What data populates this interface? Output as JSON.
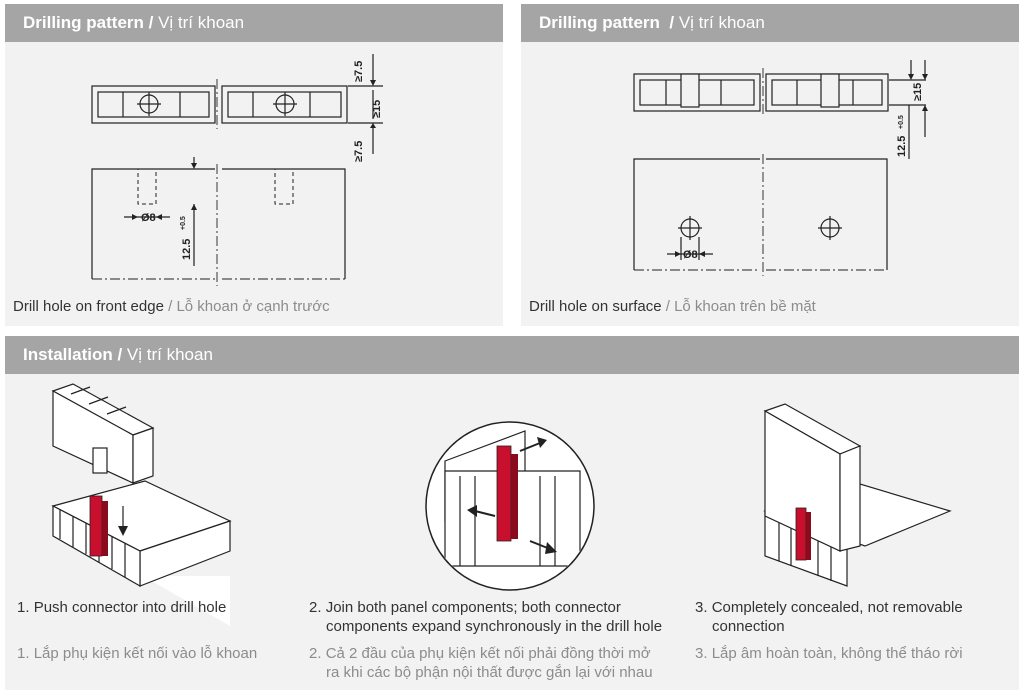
{
  "drilling_front": {
    "title_en": "Drilling pattern",
    "title_vi": "Vị trí khoan",
    "caption_en": "Drill hole on front edge",
    "caption_vi": "Lỗ khoan ở cạnh trước",
    "dims": {
      "d_top": "≥7.5",
      "d_mid": "≥15",
      "d_bot": "≥7.5",
      "dia": "Ø8",
      "depth": "12.5",
      "tol": "+0.5"
    }
  },
  "drilling_surface": {
    "title_en": "Drilling pattern",
    "title_vi": "Vị trí khoan",
    "caption_en": "Drill hole on surface",
    "caption_vi": "Lỗ khoan trên bề mặt",
    "dims": {
      "d_mid": "≥15",
      "depth": "12.5",
      "tol": "+0.5",
      "dia": "Ø8"
    }
  },
  "installation": {
    "title_en": "Installation",
    "title_vi": "Vị trí khoan",
    "steps": [
      {
        "num_en": "1.",
        "en": "Push connector into drill hole",
        "num_vi": "1.",
        "vi": "Lắp phụ kiện kết nối vào lỗ khoan"
      },
      {
        "num_en": "2.",
        "en_l1": "Join both panel components; both connector",
        "en_l2": "components expand synchronously in the drill hole",
        "num_vi": "2.",
        "vi_l1": "Cả 2 đầu của phụ kiện kết nối phải đồng thời mở",
        "vi_l2": "ra khi các bộ phận nội thất được gắn lại với nhau"
      },
      {
        "num_en": "3.",
        "en_l1": "Completely concealed, not removable",
        "en_l2": "connection",
        "num_vi": "3.",
        "vi": "Lắp âm hoàn toàn, không thể tháo rời"
      }
    ]
  },
  "colors": {
    "header_bg": "#a5a5a5",
    "panel_bg": "#f2f2f2",
    "connector_red": "#c8102e",
    "caption_gray": "#8c8c8c"
  }
}
